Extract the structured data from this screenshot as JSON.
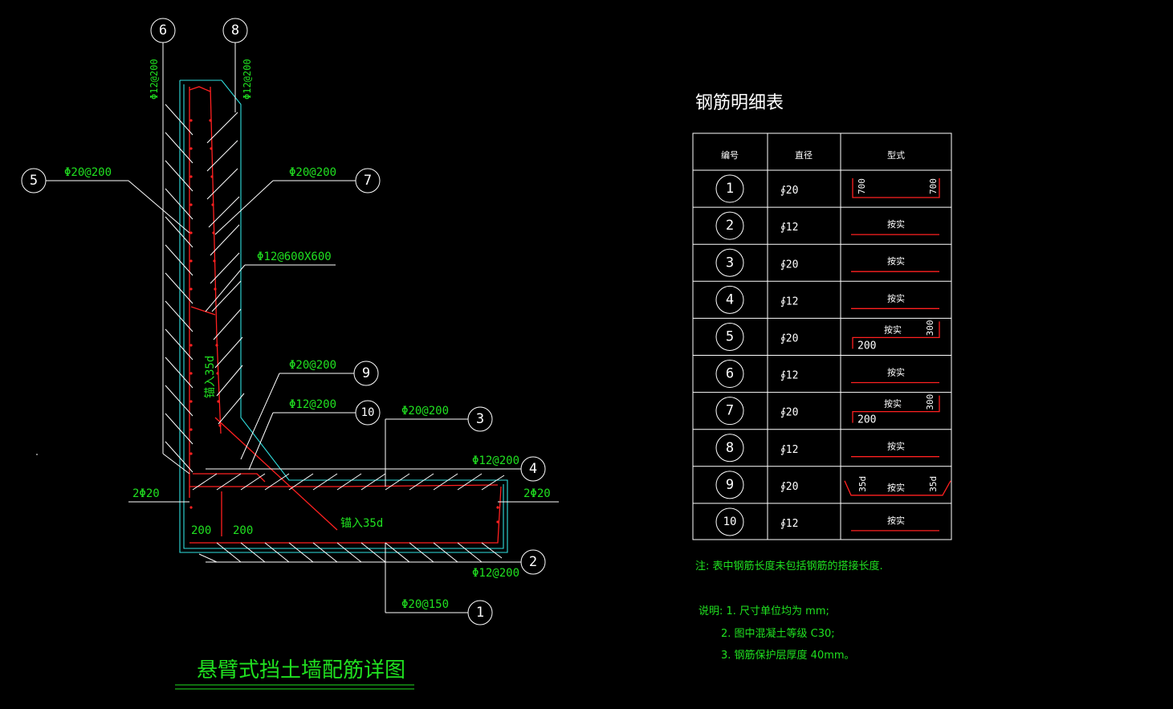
{
  "drawing": {
    "title": "悬臂式挡土墙配筋详图",
    "callouts": [
      {
        "id": "c6",
        "num": "6",
        "label": "Φ12@200"
      },
      {
        "id": "c8",
        "num": "8",
        "label": "Φ12@200"
      },
      {
        "id": "c5",
        "num": "5",
        "label": "Φ20@200"
      },
      {
        "id": "c7",
        "num": "7",
        "label": "Φ20@200"
      },
      {
        "id": "cs",
        "num": "",
        "label": "Φ12@600X600"
      },
      {
        "id": "c9",
        "num": "9",
        "label": "Φ20@200"
      },
      {
        "id": "c10",
        "num": "10",
        "label": "Φ12@200"
      },
      {
        "id": "c3",
        "num": "3",
        "label": "Φ20@200"
      },
      {
        "id": "c4",
        "num": "4",
        "label": "Φ12@200"
      },
      {
        "id": "c2",
        "num": "2",
        "label": "Φ12@200"
      },
      {
        "id": "c1",
        "num": "1",
        "label": "Φ20@150"
      }
    ],
    "left_bars": "2Φ20",
    "right_bars": "2Φ20",
    "dim_left": "200",
    "dim_mid": "200",
    "anchor_wall": "锚入35d",
    "anchor_base": "锚入35d"
  },
  "table": {
    "title": "钢筋明细表",
    "headers": [
      "编号",
      "直径",
      "型式"
    ],
    "rows": [
      {
        "num": "1",
        "dia": "∮20",
        "shape": "u",
        "t1": "700",
        "t2": "700"
      },
      {
        "num": "2",
        "dia": "∮12",
        "shape": "line",
        "text": "按实"
      },
      {
        "num": "3",
        "dia": "∮20",
        "shape": "line",
        "text": "按实"
      },
      {
        "num": "4",
        "dia": "∮12",
        "shape": "line",
        "text": "按实"
      },
      {
        "num": "5",
        "dia": "∮20",
        "shape": "z",
        "text": "按实",
        "t1": "300",
        "t2": "200"
      },
      {
        "num": "6",
        "dia": "∮12",
        "shape": "line",
        "text": "按实"
      },
      {
        "num": "7",
        "dia": "∮20",
        "shape": "z",
        "text": "按实",
        "t1": "300",
        "t2": "200"
      },
      {
        "num": "8",
        "dia": "∮12",
        "shape": "line",
        "text": "按实"
      },
      {
        "num": "9",
        "dia": "∮20",
        "shape": "trap",
        "text": "按实",
        "t1": "35d",
        "t2": "35d"
      },
      {
        "num": "10",
        "dia": "∮12",
        "shape": "line",
        "text": "按实"
      }
    ]
  },
  "notes": {
    "note1": "注: 表中钢筋长度未包括钢筋的搭接长度.",
    "desc_head": "说明: 1. 尺寸单位均为 mm;",
    "desc2": "2. 图中混凝土等级 C30;",
    "desc3": "3. 钢筋保护层厚度 40mm。"
  },
  "colors": {
    "bg": "#000000",
    "line": "#ffffff",
    "rebar": "#ff2020",
    "concrete": "#30e0e0",
    "text": "#20e020"
  }
}
